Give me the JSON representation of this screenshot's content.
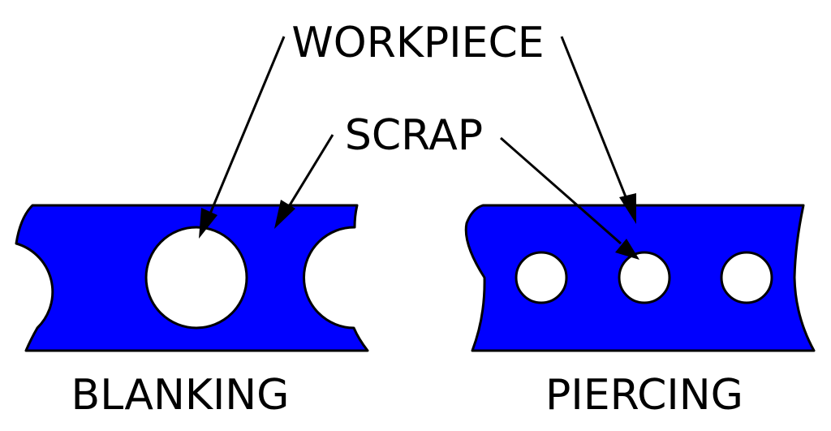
{
  "labels": {
    "workpiece": "WORKPIECE",
    "scrap": "SCRAP",
    "blanking": "BLANKING",
    "piercing": "PIERCING"
  },
  "colors": {
    "strip_fill": "#0000ff",
    "outline": "#000000",
    "hole_fill": "#ffffff"
  }
}
